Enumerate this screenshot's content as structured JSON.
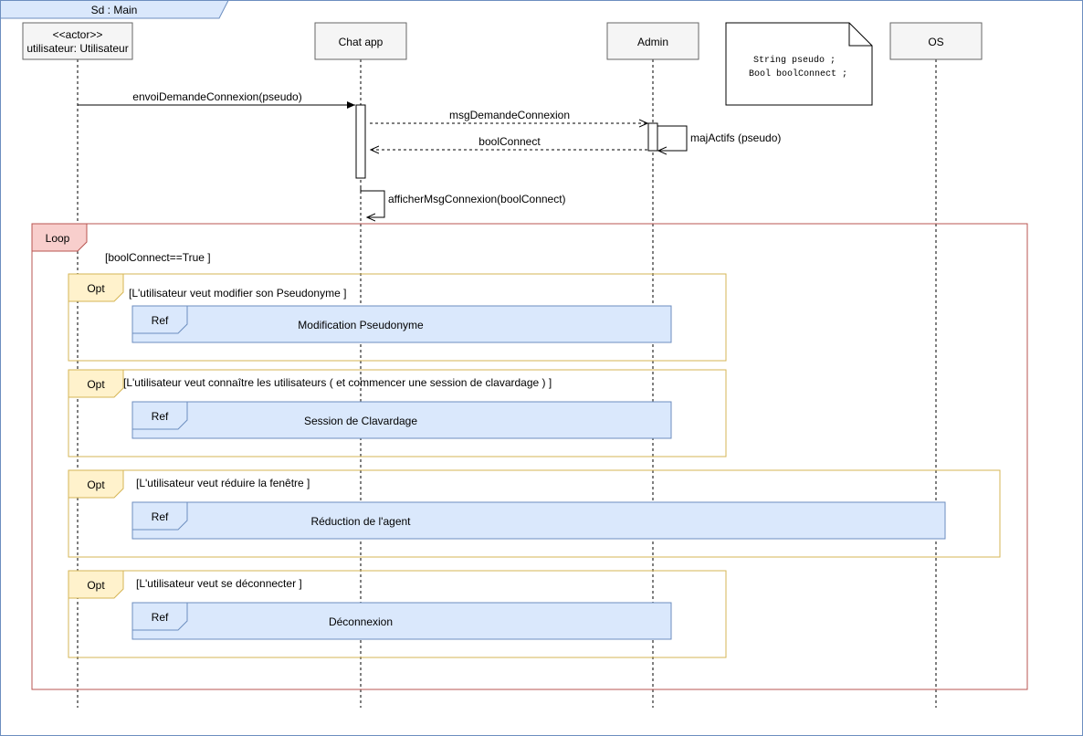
{
  "frame": {
    "title": "Sd :  Main"
  },
  "participants": [
    {
      "id": "user",
      "stereotype": "<<actor>>",
      "label": "utilisateur: Utilisateur"
    },
    {
      "id": "chat",
      "label": "Chat app"
    },
    {
      "id": "admin",
      "label": "Admin"
    },
    {
      "id": "os",
      "label": "OS"
    }
  ],
  "note": {
    "lines": [
      "String pseudo ;",
      "Bool boolConnect ;"
    ]
  },
  "messages": [
    {
      "label": "envoiDemandeConnexion(pseudo)"
    },
    {
      "label": "msgDemandeConnexion"
    },
    {
      "label": "majActifs (pseudo)"
    },
    {
      "label": "boolConnect"
    },
    {
      "label": "afficherMsgConnexion(boolConnect)"
    }
  ],
  "loop": {
    "tag": "Loop",
    "guard": "[boolConnect==True ]"
  },
  "opts": [
    {
      "tag": "Opt",
      "guard": "[L'utilisateur veut modifier son Pseudonyme ]",
      "ref_tag": "Ref",
      "ref_label": "Modification Pseudonyme"
    },
    {
      "tag": "Opt",
      "guard": "[L'utilisateur veut connaître les utilisateurs ( et commencer une session de clavardage ) ]",
      "ref_tag": "Ref",
      "ref_label": "Session de Clavardage"
    },
    {
      "tag": "Opt",
      "guard": "[L'utilisateur veut réduire la fenêtre ]",
      "ref_tag": "Ref",
      "ref_label": "Réduction de l'agent"
    },
    {
      "tag": "Opt",
      "guard": "[L'utilisateur veut se déconnecter ]",
      "ref_tag": "Ref",
      "ref_label": "Déconnexion"
    }
  ],
  "colors": {
    "frame_tag_fill": "#dae8fc",
    "frame_tag_stroke": "#6c8ebf",
    "loop_stroke": "#b85450",
    "loop_tag_fill": "#f8cecc",
    "opt_stroke": "#d6b656",
    "opt_tag_fill": "#fff2cc",
    "ref_fill": "#dae8fc",
    "ref_stroke": "#6c8ebf",
    "participant_fill": "#f5f5f5",
    "participant_stroke": "#666666"
  }
}
